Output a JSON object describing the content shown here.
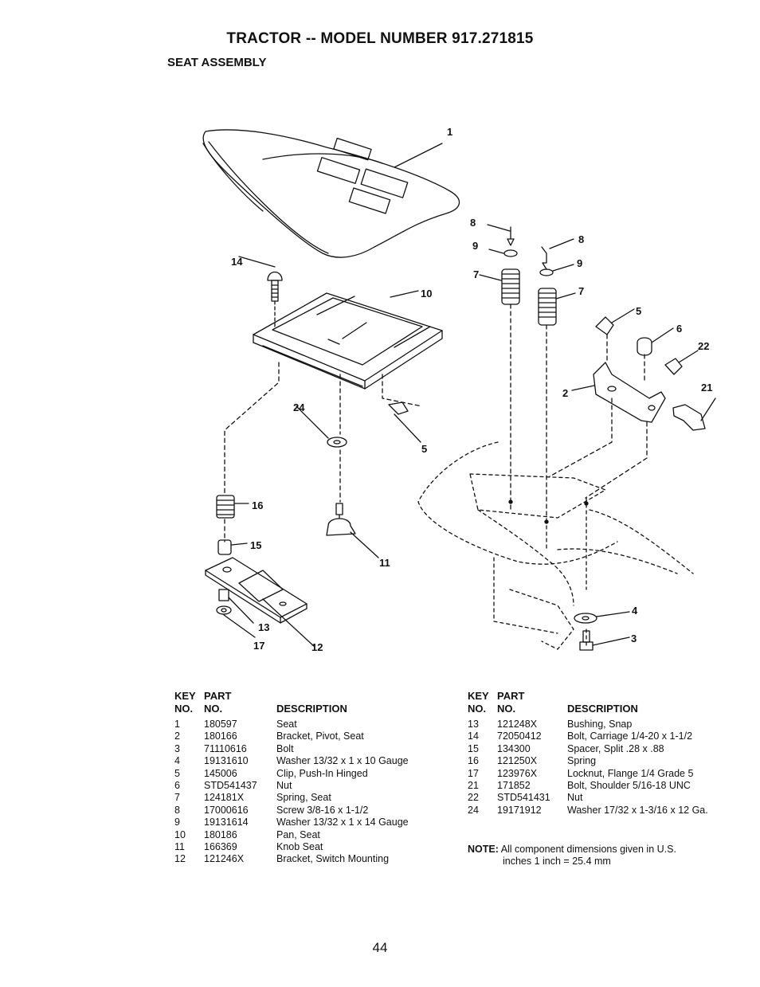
{
  "header": {
    "title": "TRACTOR -- MODEL NUMBER 917.271815",
    "subtitle": "SEAT ASSEMBLY"
  },
  "diagram": {
    "callouts": [
      "1",
      "2",
      "3",
      "4",
      "5",
      "5",
      "6",
      "7",
      "7",
      "8",
      "8",
      "9",
      "9",
      "10",
      "11",
      "12",
      "13",
      "14",
      "15",
      "16",
      "17",
      "21",
      "22",
      "24"
    ]
  },
  "table": {
    "headers": {
      "key_top": "KEY",
      "part_top": "PART",
      "key": "NO.",
      "part": "NO.",
      "description": "DESCRIPTION"
    },
    "left_rows": [
      {
        "key": "1",
        "part": "180597",
        "description": "Seat"
      },
      {
        "key": "2",
        "part": "180166",
        "description": "Bracket, Pivot, Seat"
      },
      {
        "key": "3",
        "part": "71110616",
        "description": "Bolt"
      },
      {
        "key": "4",
        "part": "19131610",
        "description": "Washer  13/32 x 1 x 10 Gauge"
      },
      {
        "key": "5",
        "part": "145006",
        "description": "Clip, Push-In  Hinged"
      },
      {
        "key": "6",
        "part": "STD541437",
        "description": "Nut"
      },
      {
        "key": "7",
        "part": "124181X",
        "description": "Spring, Seat"
      },
      {
        "key": "8",
        "part": "17000616",
        "description": "Screw  3/8-16 x 1-1/2"
      },
      {
        "key": "9",
        "part": "19131614",
        "description": "Washer  13/32 x 1 x 14 Gauge"
      },
      {
        "key": "10",
        "part": "180186",
        "description": "Pan, Seat"
      },
      {
        "key": "11",
        "part": "166369",
        "description": "Knob Seat"
      },
      {
        "key": "12",
        "part": "121246X",
        "description": "Bracket, Switch Mounting"
      }
    ],
    "right_rows": [
      {
        "key": "13",
        "part": "121248X",
        "description": "Bushing, Snap"
      },
      {
        "key": "14",
        "part": "72050412",
        "description": "Bolt, Carriage  1/4-20 x 1-1/2"
      },
      {
        "key": "15",
        "part": "134300",
        "description": "Spacer, Split  .28 x  .88"
      },
      {
        "key": "16",
        "part": "121250X",
        "description": "Spring"
      },
      {
        "key": "17",
        "part": "123976X",
        "description": "Locknut, Flange  1/4 Grade 5"
      },
      {
        "key": "21",
        "part": "171852",
        "description": "Bolt, Shoulder 5/16-18 UNC"
      },
      {
        "key": "22",
        "part": "STD541431",
        "description": "Nut"
      },
      {
        "key": "24",
        "part": "19171912",
        "description": "Washer  17/32 x 1-3/16 x 12 Ga."
      }
    ]
  },
  "note": {
    "label": "NOTE:",
    "line1": "All component dimensions given in U.S.",
    "line2": "inches 1 inch = 25.4 mm"
  },
  "page_number": "44"
}
